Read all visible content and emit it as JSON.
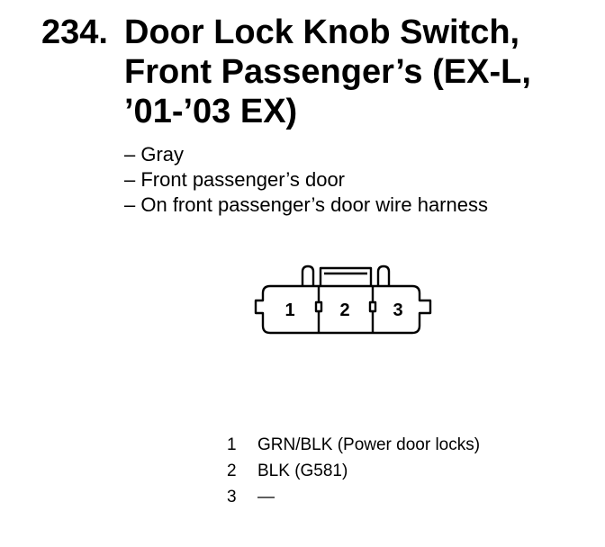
{
  "heading": {
    "number": "234.",
    "title_lines": [
      "Door Lock Knob Switch,",
      "Front Passenger’s (EX-L,",
      "’01-’03 EX)"
    ]
  },
  "details": [
    "Gray",
    "Front passenger’s door",
    "On front passenger’s door wire harness"
  ],
  "connector": {
    "cavities": [
      "1",
      "2",
      "3"
    ]
  },
  "pinout": [
    {
      "pin": "1",
      "wire": "GRN/BLK (Power door locks)"
    },
    {
      "pin": "2",
      "wire": "BLK (G581)"
    },
    {
      "pin": "3",
      "wire": "—"
    }
  ]
}
